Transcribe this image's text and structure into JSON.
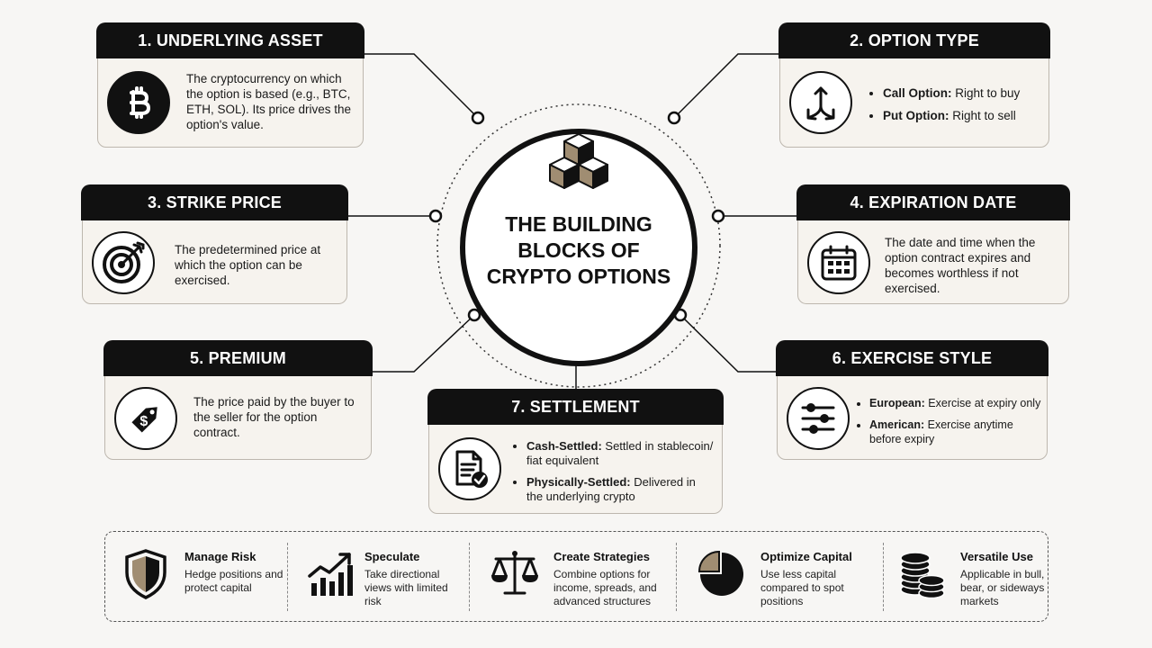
{
  "center": {
    "title": [
      "THE BUILDING",
      "BLOCKS OF",
      "CRYPTO OPTIONS"
    ]
  },
  "cards": {
    "underlying_asset": {
      "title": "1. UNDERLYING ASSET",
      "text": "The cryptocurrency on which the option is based (e.g., BTC, ETH, SOL). Its price drives the option's value.",
      "icon": "bitcoin-icon"
    },
    "option_type": {
      "title": "2. OPTION TYPE",
      "icon": "split-arrows-icon",
      "items": [
        {
          "label": "Call Option:",
          "text": " Right to buy"
        },
        {
          "label": "Put Option:",
          "text": " Right to sell"
        }
      ]
    },
    "strike_price": {
      "title": "3. STRIKE PRICE",
      "text": "The predetermined price at which the option can be exercised.",
      "icon": "target-icon"
    },
    "expiration_date": {
      "title": "4. EXPIRATION DATE",
      "text": "The date and time when the option contract expires and becomes worthless if not exercised.",
      "icon": "calendar-icon"
    },
    "premium": {
      "title": "5. PREMIUM",
      "text": "The price paid by the buyer to the seller for the option contract.",
      "icon": "price-tag-icon"
    },
    "exercise_style": {
      "title": "6. EXERCISE STYLE",
      "icon": "sliders-icon",
      "items": [
        {
          "label": "European:",
          "text": " Exercise at expiry only"
        },
        {
          "label": "American:",
          "text": " Exercise anytime before expiry"
        }
      ]
    },
    "settlement": {
      "title": "7. SETTLEMENT",
      "icon": "document-check-icon",
      "items": [
        {
          "label": "Cash-Settled:",
          "text": " Settled in stablecoin/ fiat equivalent"
        },
        {
          "label": "Physically-Settled:",
          "text": " Delivered in the underlying crypto"
        }
      ]
    }
  },
  "benefits": [
    {
      "title": "Manage Risk",
      "desc": "Hedge positions and protect capital",
      "icon": "shield-icon"
    },
    {
      "title": "Speculate",
      "desc": "Take directional views with limited risk",
      "icon": "growth-chart-icon"
    },
    {
      "title": "Create Strategies",
      "desc": "Combine options for income, spreads, and advanced structures",
      "icon": "scales-icon"
    },
    {
      "title": "Optimize Capital",
      "desc": "Use less capital compared to spot positions",
      "icon": "pie-chart-icon"
    },
    {
      "title": "Versatile Use",
      "desc": "Applicable in bull, bear, or sideways markets",
      "icon": "coin-stack-icon"
    }
  ]
}
